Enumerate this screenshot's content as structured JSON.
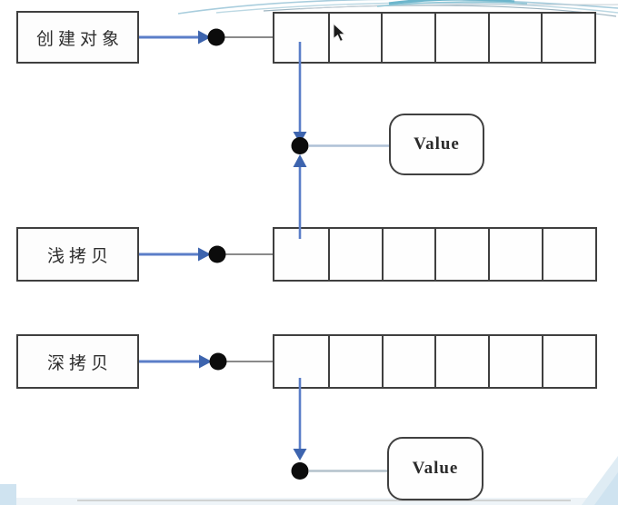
{
  "diagram": {
    "rows": [
      {
        "id": "create-object",
        "label": "创建对象"
      },
      {
        "id": "shallow-copy",
        "label": "浅拷贝"
      },
      {
        "id": "deep-copy",
        "label": "深拷贝"
      }
    ],
    "value_boxes": [
      {
        "label": "Value"
      },
      {
        "label": "Value"
      }
    ],
    "array_cell_count": 6,
    "array_count": 3
  },
  "colors": {
    "box_border": "#3f3f3f",
    "arrow_blue": "#5b7ec8",
    "arrowhead_blue": "#3d64ae",
    "connector_gray": "#8a8a8a",
    "connector_light_blue": "#aec1d6",
    "dot_black": "#0c0c0c",
    "decoration_swirl_blue": "#a8cddd",
    "decoration_teal": "#6db6cc",
    "decoration_corner_blue": "#cfe3f0"
  },
  "icons": {
    "cursor": "mouse-pointer-icon"
  }
}
